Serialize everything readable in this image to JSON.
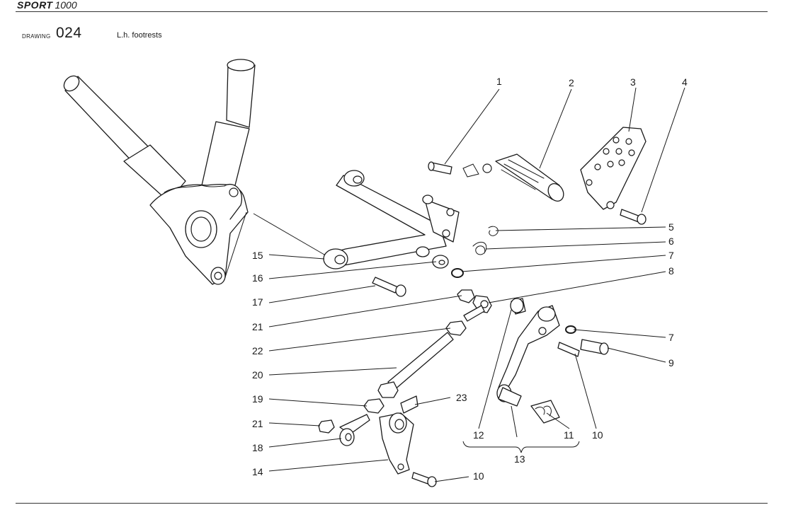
{
  "header": {
    "brand": "SPORT",
    "model": "1000",
    "drawing_word": "DRAWING",
    "drawing_number": "024",
    "title": "L.h. footrests"
  },
  "callouts": {
    "c1": "1",
    "c2": "2",
    "c3": "3",
    "c4": "4",
    "c5": "5",
    "c6": "6",
    "c7a": "7",
    "c7b": "7",
    "c8": "8",
    "c9": "9",
    "c10a": "10",
    "c10b": "10",
    "c11": "11",
    "c12": "12",
    "c13": "13",
    "c14": "14",
    "c15": "15",
    "c16": "16",
    "c17": "17",
    "c18": "18",
    "c19": "19",
    "c20": "20",
    "c21a": "21",
    "c21b": "21",
    "c22": "22",
    "c23": "23"
  }
}
